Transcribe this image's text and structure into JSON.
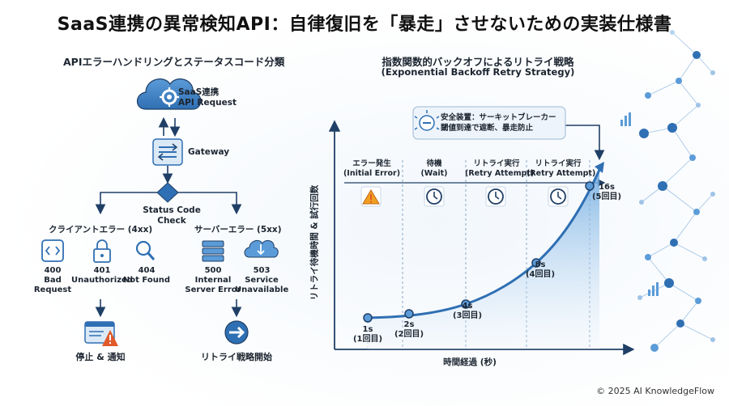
{
  "title": "SaaS連携の異常検知API：自律復旧を「暴走」させないための実装仕様書",
  "left": {
    "heading": "APIエラーハンドリングとステータスコード分類",
    "api_request": {
      "line1": "SaaS連携",
      "line2": "API Request"
    },
    "gateway": "Gateway",
    "check": {
      "line1": "Status Code",
      "line2": "Check"
    },
    "client_errors": {
      "heading": "クライアントエラー (4xx)",
      "items": [
        {
          "code": "400",
          "line1": "Bad",
          "line2": "Request",
          "icon": "code-icon"
        },
        {
          "code": "401",
          "line1": "Unauthorized",
          "line2": "",
          "icon": "lock-icon"
        },
        {
          "code": "404",
          "line1": "Not Found",
          "line2": "",
          "icon": "magnifier-icon"
        }
      ],
      "result": "停止 & 通知"
    },
    "server_errors": {
      "heading": "サーバーエラー (5xx)",
      "items": [
        {
          "code": "500",
          "line1": "Internal",
          "line2": "Server Error",
          "icon": "server-icon"
        },
        {
          "code": "503",
          "line1": "Service",
          "line2": "Unavailable",
          "icon": "cloud-download-icon"
        }
      ],
      "result": "リトライ戦略開始"
    }
  },
  "right": {
    "heading": "指数関数的バックオフによるリトライ戦略",
    "subheading": "(Exponential Backoff Retry Strategy)",
    "breaker": {
      "line1": "安全装置：サーキットブレーカー",
      "line2": "閾値到達で遮断、暴走防止"
    },
    "phases": [
      {
        "line1": "エラー発生",
        "line2": "(Initial Error)",
        "icon": "warning-icon"
      },
      {
        "line1": "待機",
        "line2": "(Wait)",
        "icon": "clock-icon"
      },
      {
        "line1": "リトライ実行",
        "line2": "(Retry Attempt)",
        "icon": "clock-icon"
      },
      {
        "line1": "リトライ実行",
        "line2": "(Retry Attempt)",
        "icon": "clock-icon"
      }
    ],
    "ylabel": "リトライ待機時間 & 試行回数",
    "xlabel": "時間経過 (秒)",
    "points": [
      {
        "value": "1s",
        "attempt": "(1回目)"
      },
      {
        "value": "2s",
        "attempt": "(2回目)"
      },
      {
        "value": "4s",
        "attempt": "(3回目)"
      },
      {
        "value": "8s",
        "attempt": "(4回目)"
      },
      {
        "value": "16s",
        "attempt": "(5回目)"
      }
    ]
  },
  "copyright": "© 2025 AI KnowledgeFlow",
  "colors": {
    "primary": "#2f6fb3",
    "dark": "#1f3f66",
    "warning": "#f0a020",
    "alert": "#e05a2a",
    "light": "#d6e6f5"
  }
}
